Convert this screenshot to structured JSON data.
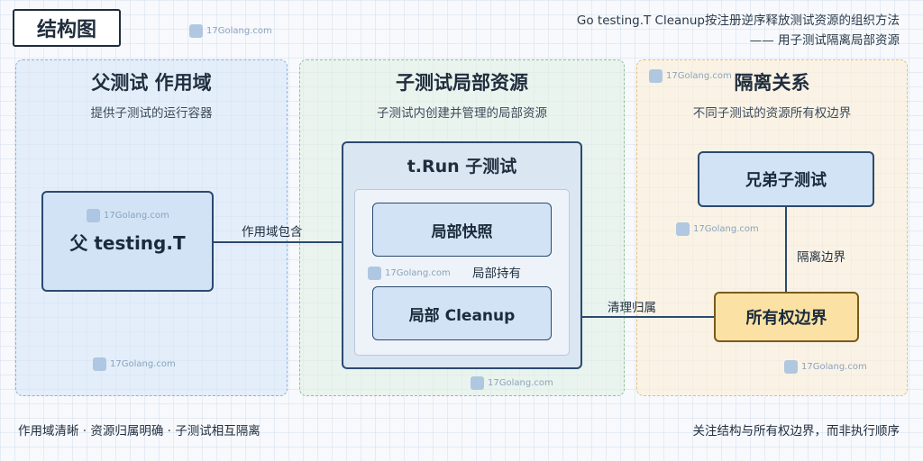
{
  "header": {
    "title": "结构图",
    "subtitle_line1": "Go testing.T Cleanup按注册逆序释放测试资源的组织方法",
    "subtitle_line2": "—— 用子测试隔离局部资源"
  },
  "panels": {
    "left": {
      "title": "父测试 作用域",
      "subtitle": "提供子测试的运行容器"
    },
    "middle": {
      "title": "子测试局部资源",
      "subtitle": "子测试内创建并管理的局部资源"
    },
    "right": {
      "title": "隔离关系",
      "subtitle": "不同子测试的资源所有权边界"
    }
  },
  "nodes": {
    "parent": "父 testing.T",
    "trun": "t.Run 子测试",
    "snapshot": "局部快照",
    "cleanup": "局部 Cleanup",
    "sibling": "兄弟子测试",
    "owner": "所有权边界"
  },
  "edges": {
    "scope_contains": "作用域包含",
    "local_holds": "局部持有",
    "cleanup_belongs": "清理归属",
    "isolation_boundary": "隔离边界"
  },
  "watermark": "17Golang.com",
  "footer": {
    "left": "作用域清晰 · 资源归属明确 · 子测试相互隔离",
    "right": "关注结构与所有权边界，而非执行顺序"
  },
  "colors": {
    "panel_left": "#d6e5f7",
    "panel_middle": "#e0f0e2",
    "panel_right": "#fceed6",
    "node_fill": "#d3e3f6",
    "node_highlight": "#fbe2a4",
    "stroke": "#2b4a6f"
  }
}
